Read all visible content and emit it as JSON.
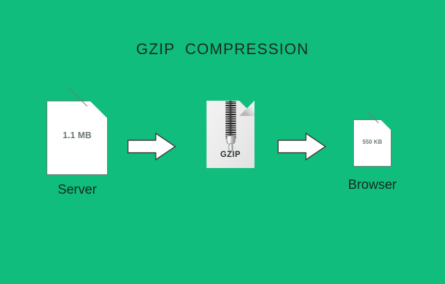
{
  "diagram": {
    "title": "GZIP  COMPRESSION",
    "background_color": "#10bd7d",
    "title_color": "#1b2b24",
    "nodes": [
      {
        "id": "server",
        "icon": "document-icon",
        "badge": "1.1 MB",
        "caption": "Server"
      },
      {
        "id": "gzip",
        "icon": "zip-file-icon",
        "badge": "GZIP",
        "caption": ""
      },
      {
        "id": "browser",
        "icon": "document-icon",
        "badge": "550 KB",
        "caption": "Browser"
      }
    ],
    "arrows": [
      {
        "id": "arrow-1",
        "direction": "right",
        "color": "#ffffff"
      },
      {
        "id": "arrow-2",
        "direction": "right",
        "color": "#ffffff"
      }
    ]
  }
}
